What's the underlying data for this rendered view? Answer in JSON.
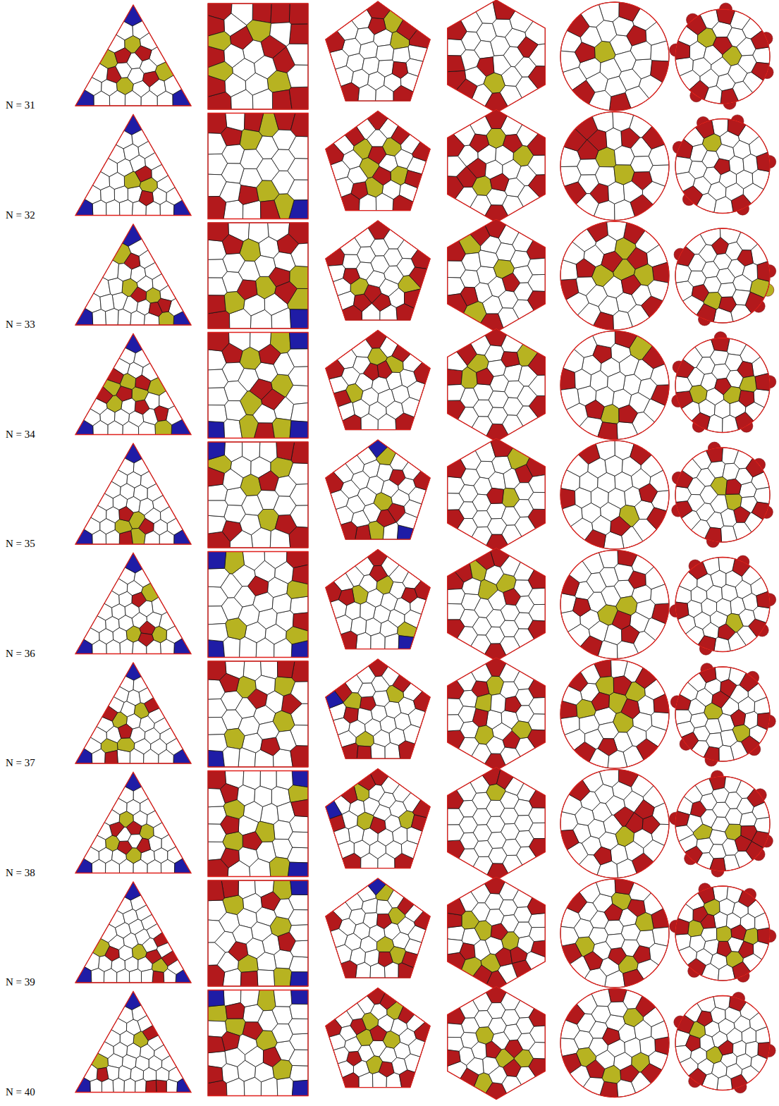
{
  "diagram": {
    "labels": [
      "N = 31",
      "N = 32",
      "N = 33",
      "N = 34",
      "N = 35",
      "N = 36",
      "N = 37",
      "N = 38",
      "N = 39",
      "N = 40"
    ]
  }
}
